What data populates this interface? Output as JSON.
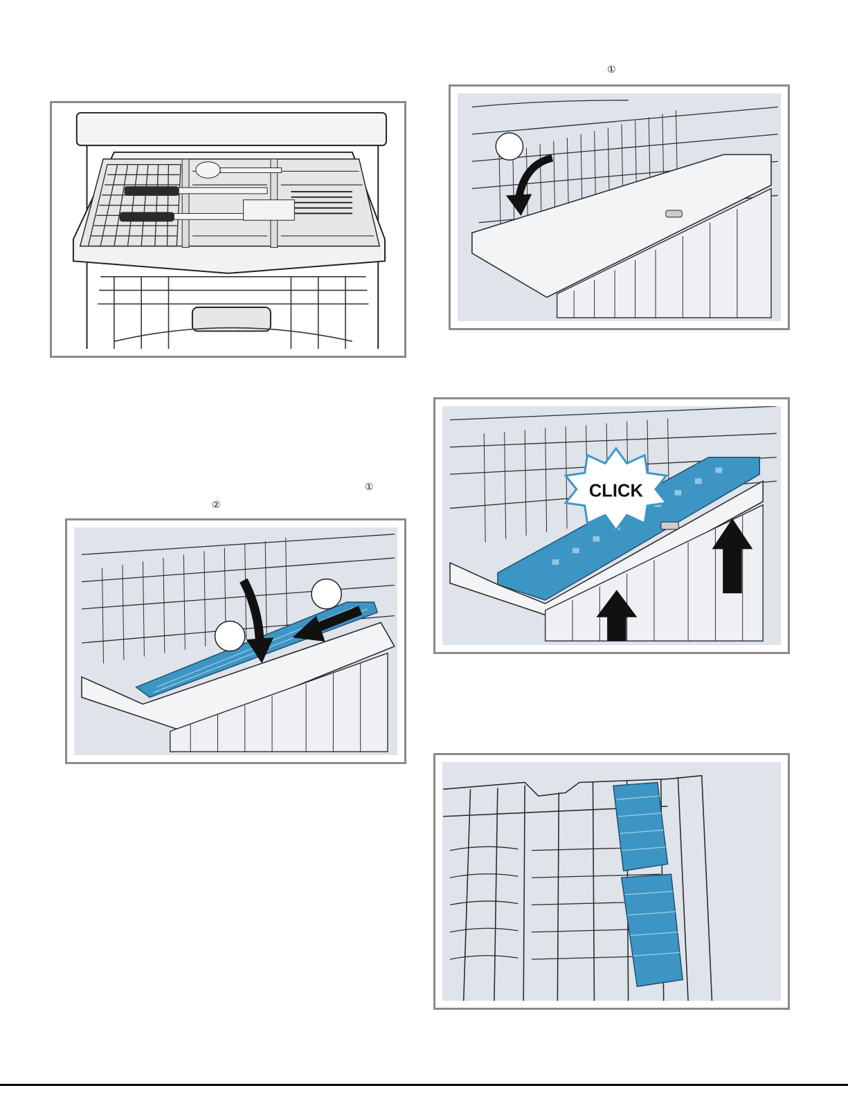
{
  "labels": {
    "fig2_callout": "①",
    "fig3_callout_1": "①",
    "fig3_callout_2": "②"
  },
  "figures": {
    "fig4": {
      "click_text": "CLICK"
    }
  },
  "colors": {
    "frame": "#8a8a8a",
    "panel_bg": "#dfe3ea",
    "rack_blue": "#3d95c4",
    "arrow": "#111111",
    "line": "#2a2a2a"
  }
}
